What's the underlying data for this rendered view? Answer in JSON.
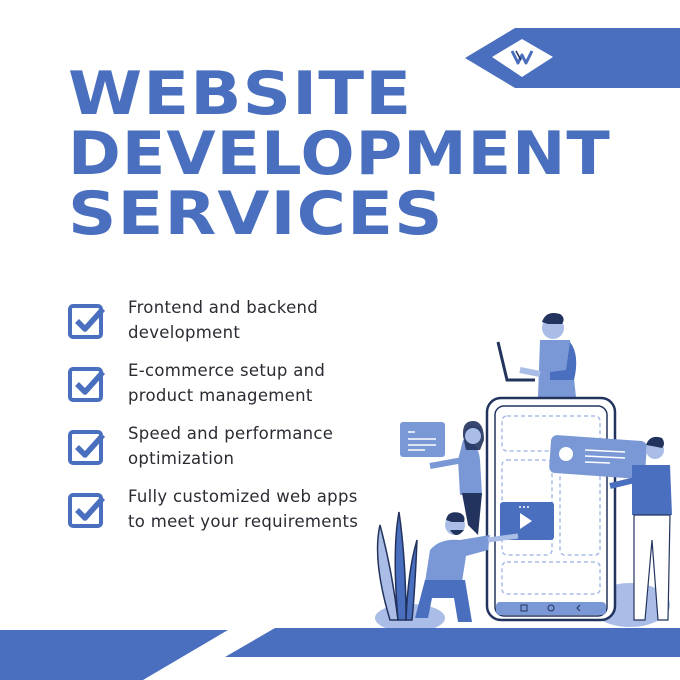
{
  "brand": {
    "logo_letter": "W",
    "accent_color": "#4a6fbe",
    "dark_color": "#22335e",
    "light_color": "#a9bde6"
  },
  "title": {
    "lines": [
      "WEBSITE",
      "DEVELOPMENT",
      "SERVICES"
    ]
  },
  "features": [
    {
      "line1": "Frontend and backend",
      "line2": "development",
      "icon": "checkbox-checked-icon"
    },
    {
      "line1": "E-commerce setup and",
      "line2": "product management",
      "icon": "checkbox-checked-icon"
    },
    {
      "line1": "Speed and performance",
      "line2": "optimization",
      "icon": "checkbox-checked-icon"
    },
    {
      "line1": "Fully customized web apps",
      "line2": "to meet your requirements",
      "icon": "checkbox-checked-icon"
    }
  ],
  "illustration": {
    "description": "Team of people building a mobile app interface on a large smartphone",
    "phone_nav_icons": [
      "square-icon",
      "circle-icon",
      "back-chevron-icon"
    ]
  }
}
